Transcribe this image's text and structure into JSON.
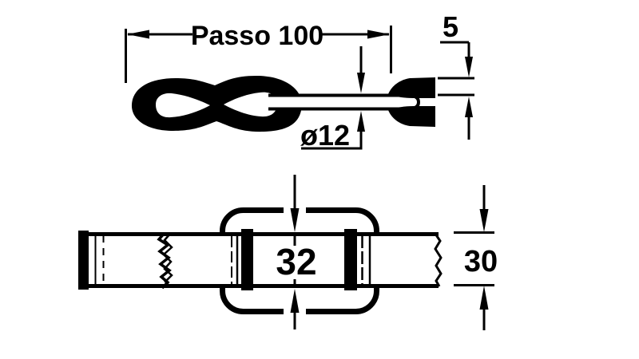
{
  "title": "Chain link technical drawing",
  "colors": {
    "background": "#ffffff",
    "ink": "#000000"
  },
  "top_view": {
    "pitch_label": "Passo 100",
    "plate_thickness_label": "5",
    "rod_diameter_label": "ø12"
  },
  "bottom_view": {
    "link_inner_width_label": "32",
    "strip_width_label": "30"
  }
}
